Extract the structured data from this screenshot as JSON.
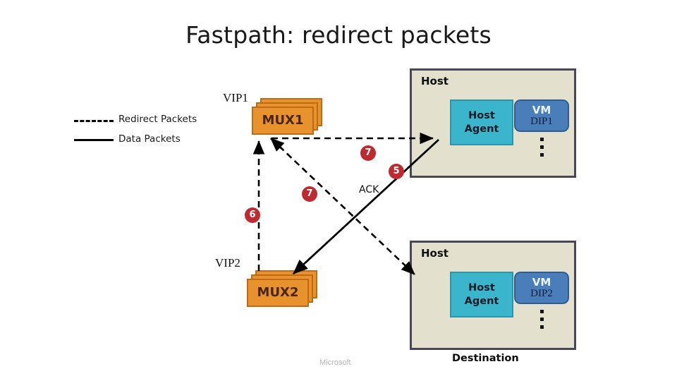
{
  "slide": {
    "title": "Fastpath: redirect packets",
    "footer_brand": "Microsoft",
    "destination_label": "Destination"
  },
  "legend": {
    "items": [
      {
        "label": "Redirect Packets",
        "line_style": "dashed",
        "color": "#000000"
      },
      {
        "label": "Data Packets",
        "line_style": "solid",
        "color": "#000000"
      }
    ]
  },
  "vips": {
    "vip1": "VIP1",
    "vip2": "VIP2"
  },
  "muxes": [
    {
      "id": "mux1",
      "label": "MUX1",
      "fill": "#E8922E",
      "border": "#BF6B16"
    },
    {
      "id": "mux2",
      "label": "MUX2",
      "fill": "#E8922E",
      "border": "#BF6B16"
    }
  ],
  "hosts": [
    {
      "id": "host-top",
      "title": "Host",
      "fill": "#E3E0CE",
      "border": "#4A4656",
      "agent": {
        "line1": "Host",
        "line2": "Agent",
        "fill": "#3BB5CC"
      },
      "vm": {
        "title": "VM",
        "dip": "DIP1",
        "fill": "#4A7EBB"
      },
      "ellipsis": "⋮"
    },
    {
      "id": "host-bottom",
      "title": "Host",
      "fill": "#E3E0CE",
      "border": "#4A4656",
      "agent": {
        "line1": "Host",
        "line2": "Agent",
        "fill": "#3BB5CC"
      },
      "vm": {
        "title": "VM",
        "dip": "DIP2",
        "fill": "#4A7EBB"
      },
      "ellipsis": "⋮"
    }
  ],
  "steps": [
    {
      "id": "step-7a",
      "number": "7",
      "color": "#BF2A30"
    },
    {
      "id": "step-5",
      "number": "5",
      "color": "#BF2A30"
    },
    {
      "id": "step-7b",
      "number": "7",
      "color": "#BF2A30"
    },
    {
      "id": "step-6",
      "number": "6",
      "color": "#BF2A30"
    }
  ],
  "annotations": {
    "ack": "ACK"
  },
  "arrows": [
    {
      "name": "mux1-to-host-top-agent",
      "style": "dashed",
      "from": [
        385,
        196
      ],
      "to": [
        619,
        196
      ]
    },
    {
      "name": "mux1-to-host-bottom-agent",
      "style": "dashed",
      "from": [
        385,
        196
      ],
      "to": [
        592,
        392
      ]
    },
    {
      "name": "vip2-to-mux1",
      "style": "dashed",
      "from": [
        367,
        383
      ],
      "to": [
        367,
        197
      ]
    },
    {
      "name": "host-top-agent-to-mux2-ack",
      "style": "solid",
      "from": [
        619,
        200
      ],
      "to": [
        412,
        391
      ]
    }
  ]
}
